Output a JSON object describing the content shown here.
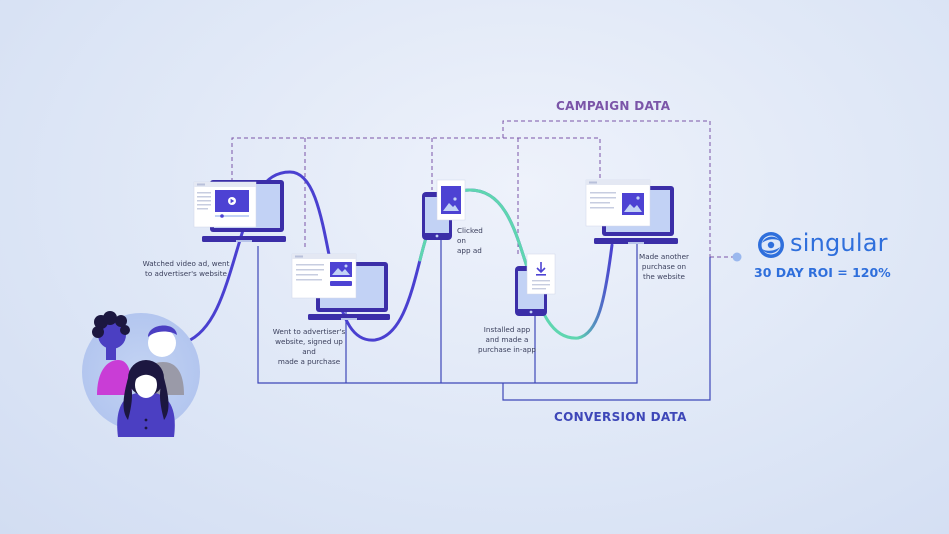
{
  "headers": {
    "campaign": "CAMPAIGN DATA",
    "conversion": "CONVERSION DATA"
  },
  "steps": [
    {
      "line1": "Watched video ad, went",
      "line2": "to advertiser's website",
      "line3": ""
    },
    {
      "line1": "Went to advertiser's",
      "line2": "website, signed up and",
      "line3": "made a purchase"
    },
    {
      "line1": "Clicked on",
      "line2": "app ad",
      "line3": ""
    },
    {
      "line1": "Installed app",
      "line2": "and made a",
      "line3": "purchase in-app"
    },
    {
      "line1": "Made another",
      "line2": "purchase on",
      "line3": "the website"
    }
  ],
  "brand": {
    "name": "singular",
    "roi": "30 DAY ROI = 120%"
  },
  "colors": {
    "campaign": "#7b55a8",
    "conversion": "#3e47b8",
    "journey_purple": "#4a40d0",
    "journey_teal": "#5fd6b0",
    "device": "#3b2ea8",
    "brand": "#2f6fdc"
  }
}
